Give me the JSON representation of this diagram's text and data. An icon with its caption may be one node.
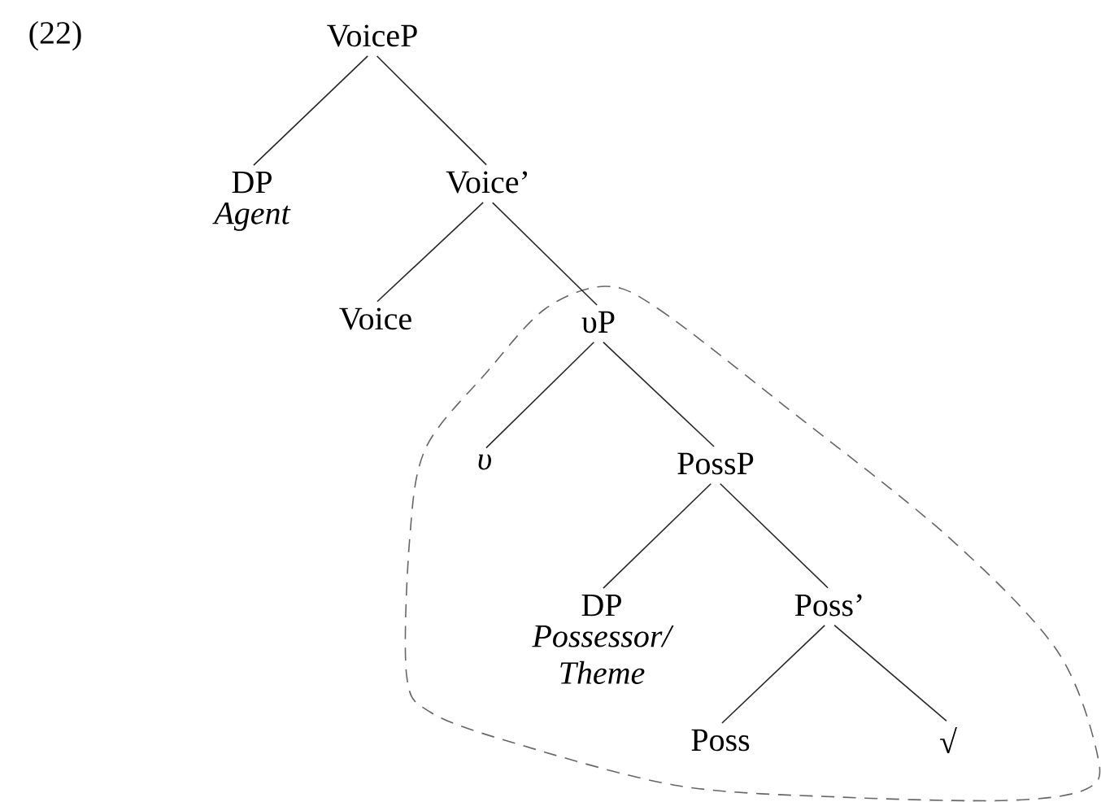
{
  "diagram": {
    "nodes": [
      {
        "text": [
          "VoiceP"
        ]
      },
      {
        "text": [
          "DP"
        ],
        "beside": [
          "Agent"
        ]
      },
      {
        "text": [
          "Voice’"
        ]
      },
      {
        "text": [
          "Voice"
        ]
      },
      {
        "text": [
          "υP"
        ]
      },
      {
        "text": [
          "υ"
        ]
      },
      {
        "text": [
          "PossP"
        ]
      },
      {
        "text": [
          "DP"
        ],
        "beside": [
          "Possessor/ Theme"
        ]
      },
      {
        "text": [
          "Poss’"
        ]
      },
      {
        "text": [
          "Poss"
        ]
      },
      {
        "text": [
          "√"
        ]
      }
    ],
    "edges": [
      {
        "from": 0,
        "to": 1,
        "arrow": "none"
      },
      {
        "from": 0,
        "to": 2,
        "arrow": "none"
      },
      {
        "from": 2,
        "to": 3,
        "arrow": "none"
      },
      {
        "from": 2,
        "to": 4,
        "arrow": "none"
      },
      {
        "from": 4,
        "to": 5,
        "arrow": "none"
      },
      {
        "from": 4,
        "to": 6,
        "arrow": "none"
      },
      {
        "from": 6,
        "to": 7,
        "arrow": "none"
      },
      {
        "from": 6,
        "to": 8,
        "arrow": "none"
      },
      {
        "from": 8,
        "to": 9,
        "arrow": "none"
      },
      {
        "from": 8,
        "to": 10,
        "arrow": "none"
      }
    ],
    "labels": [
      "(22)"
    ]
  }
}
